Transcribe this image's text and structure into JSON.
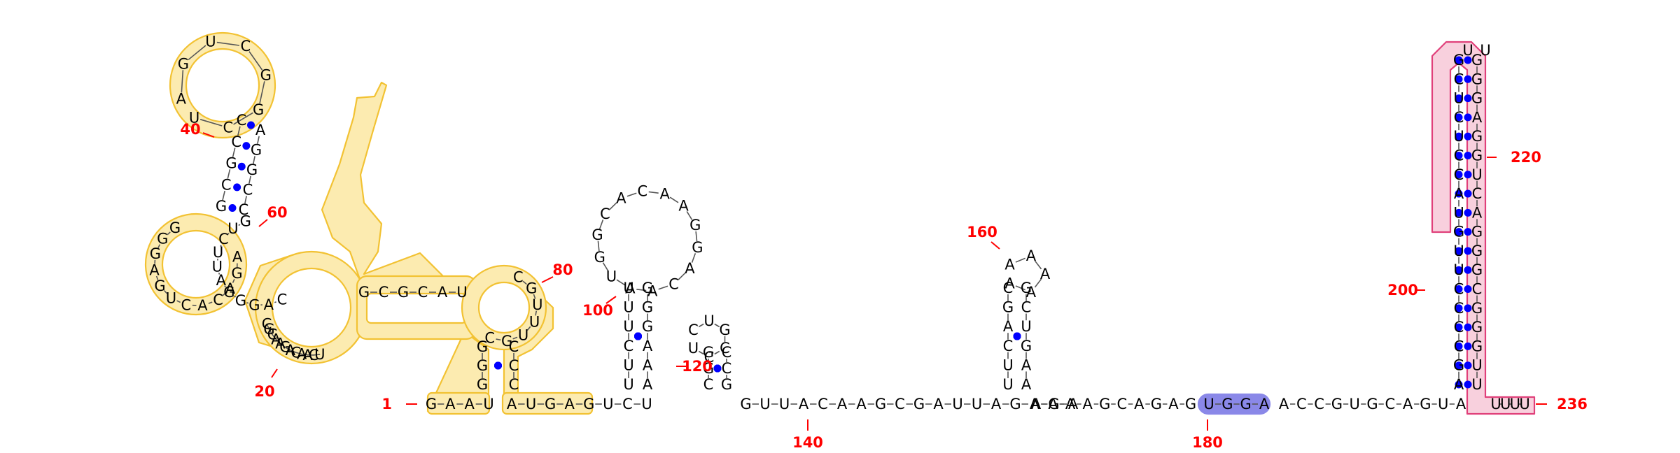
{
  "colors": {
    "pair_dot": "#0000ff",
    "number": "#ff0000",
    "yellow_fill": "#fcebb0",
    "yellow_stroke": "#f2c233",
    "pink_fill": "#f8d0dd",
    "pink_stroke": "#e0407a",
    "blue_fill": "#8a88e8"
  },
  "numbers": [
    "1",
    "20",
    "40",
    "60",
    "80",
    "100",
    "120",
    "140",
    "160",
    "180",
    "200",
    "220",
    "236"
  ],
  "segments": {
    "s5_tail": "GAAU",
    "s_stemA_5": "GGG",
    "s_loopA": "CGUUUGC",
    "s_stemA_3": "CCC",
    "s_run2": "AUGAGUCU",
    "s_left_3": "ACCGUA",
    "s_left_bulge": "CGCAAGACAACU",
    "s_left_ml": "AGACACUGAGGG",
    "s_top_5": "GCGCC",
    "s_top_loop": "UCGGCUGA",
    "s_top_3": "AGGCC",
    "s_left_x": "GUCUUAGGGAC",
    "s_left_top": "GCGCAU",
    "s_h100_5": "UUCUUU",
    "s_h100_loop": "AACAGGAACACGGUA",
    "s_h100_3": "GGGAAA",
    "s_h120_5": "CGG",
    "s_h120_loop": "UCCGUC",
    "s_h120_3": "CCG",
    "s_link2": "GUUACAAGCGAUUAGAGA",
    "s_h160_5": "UUCAGC",
    "s_h160_loop": "AAAAA",
    "s_h160_3": "GCUGAA",
    "s_link3": "AAAAGCAGAG",
    "s_blue": "UGGA",
    "s_link4": "ACCGUGCAGUA",
    "s_long_5": "AGCCCCUUGUACCUCUCG",
    "s_long_loop": "UU",
    "s_long_3": "GGGAGGUCAGGGCGGGUU",
    "s_tail3": "UUUU"
  }
}
